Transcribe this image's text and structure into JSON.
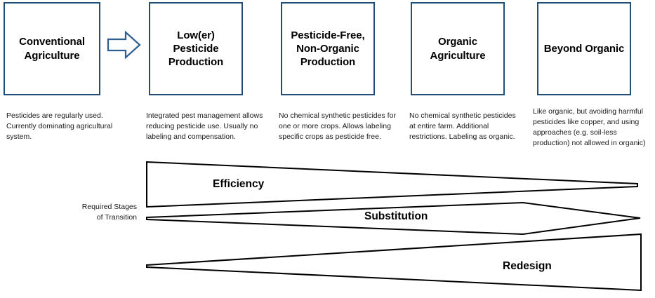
{
  "diagram": {
    "stages": [
      {
        "id": "conventional-agriculture",
        "title": "Conventional Agriculture",
        "description": "Pesticides are regularly used. Currently dominating agricultural system."
      },
      {
        "id": "lower-pesticide-production",
        "title": "Low(er) Pesticide Production",
        "description": "Integrated pest management allows reducing pesticide use. Usually no labeling and compensation."
      },
      {
        "id": "pesticide-free-non-organic-production",
        "title": "Pesticide-Free, Non-Organic Production",
        "description": "No chemical synthetic pesticides for one or more crops. Allows labeling specific crops as pesticide free."
      },
      {
        "id": "organic-agriculture",
        "title": "Organic Agriculture",
        "description": "No chemical synthetic pesticides at entire farm. Additional restrictions. Labeling as organic."
      },
      {
        "id": "beyond-organic",
        "title": "Beyond Organic",
        "description": "Like organic, but avoiding harmful pesticides like copper, and using approaches (e.g. soil-less production) not allowed in organic)"
      }
    ],
    "arrow": {
      "icon": "right-arrow-icon",
      "color": "#2E5E8E"
    },
    "transition": {
      "label_line1": "Required Stages",
      "label_line2": "of Transition",
      "wedges": [
        {
          "id": "efficiency",
          "label": "Efficiency"
        },
        {
          "id": "substitution",
          "label": "Substitution"
        },
        {
          "id": "redesign",
          "label": "Redesign"
        }
      ]
    },
    "colors": {
      "box_border": "#1F4E79",
      "wedge_stroke": "#000000",
      "background": "#FFFFFF"
    }
  }
}
